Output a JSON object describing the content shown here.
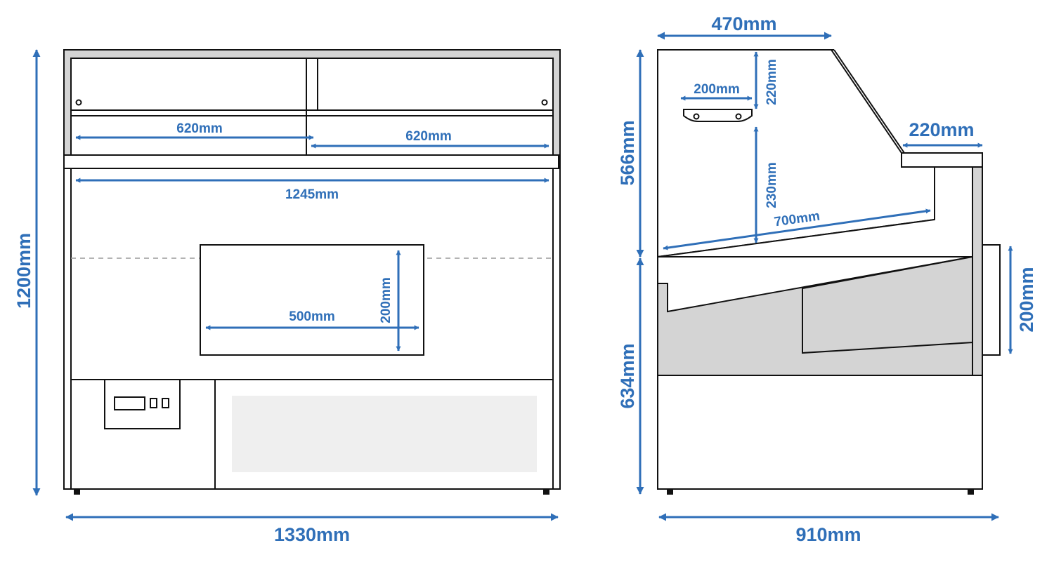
{
  "front_view": {
    "total_width": "1330mm",
    "total_height": "1200mm",
    "shelf_left_width": "620mm",
    "shelf_right_width": "620mm",
    "inner_width": "1245mm",
    "opening_width": "500mm",
    "opening_height": "200mm"
  },
  "side_view": {
    "top_depth": "470mm",
    "upper_height": "566mm",
    "lower_height": "634mm",
    "total_depth": "910mm",
    "shelf_width": "200mm",
    "shelf_clearance": "220mm",
    "counter_depth": "220mm",
    "inner_height": "230mm",
    "display_depth": "700mm",
    "side_panel_height": "200mm"
  },
  "colors": {
    "dimension": "#2f6fb8",
    "outline": "#111111",
    "fill_gray": "#d4d4d4",
    "panel_light": "#efefef"
  }
}
